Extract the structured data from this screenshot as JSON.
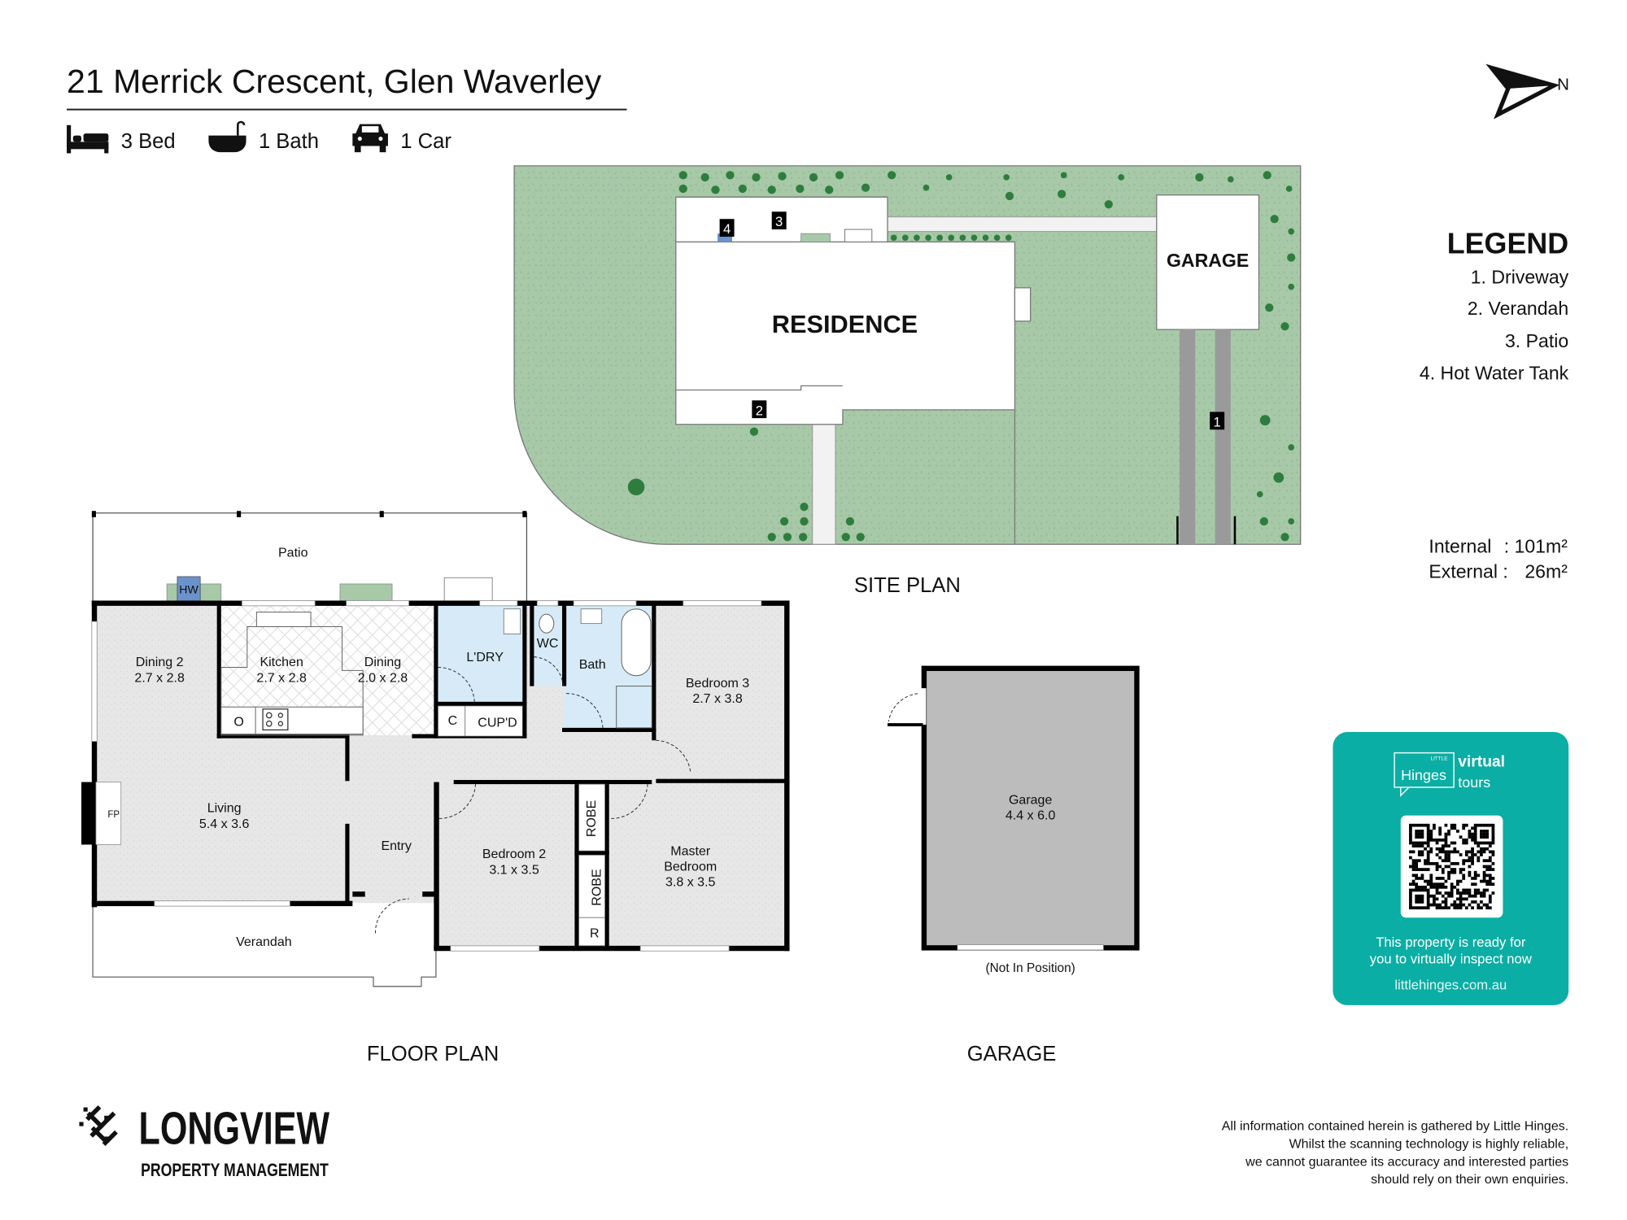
{
  "header": {
    "title": "21 Merrick Crescent, Glen Waverley",
    "bed": "3 Bed",
    "bath": "1 Bath",
    "car": "1 Car"
  },
  "north": "N",
  "legend": {
    "title": "LEGEND",
    "items": [
      "1. Driveway",
      "2. Verandah",
      "3. Patio",
      "4. Hot Water Tank"
    ]
  },
  "areas": {
    "internal_label": "Internal",
    "internal_value": ": 101m²",
    "external_label": "External :",
    "external_value": "26m²"
  },
  "site_plan": {
    "title": "SITE PLAN",
    "residence": "RESIDENCE",
    "garage": "GARAGE",
    "markers": [
      "1",
      "2",
      "3",
      "4"
    ]
  },
  "floor_plan": {
    "title": "FLOOR PLAN",
    "patio": "Patio",
    "hw": "HW",
    "verandah": "Verandah",
    "entry": "Entry",
    "fp": "FP",
    "rooms": [
      {
        "name": "Dining 2",
        "size": "2.7 x 2.8"
      },
      {
        "name": "Kitchen",
        "size": "2.7 x 2.8"
      },
      {
        "name": "Dining",
        "size": "2.0 x 2.8"
      },
      {
        "name": "L'DRY"
      },
      {
        "name": "WC"
      },
      {
        "name": "Bath"
      },
      {
        "name": "Bedroom 3",
        "size": "2.7 x 3.8"
      },
      {
        "name": "Living",
        "size": "5.4 x 3.6"
      },
      {
        "name": "Bedroom 2",
        "size": "3.1 x 3.5"
      },
      {
        "name": "Master",
        "name2": "Bedroom",
        "size": "3.8 x 3.5"
      }
    ],
    "o": "O",
    "c": "C",
    "cupd": "CUP'D",
    "robe": "ROBE",
    "r": "R"
  },
  "garage_plan": {
    "title": "GARAGE",
    "name": "Garage",
    "size": "4.4 x 6.0",
    "note": "(Not In Position)"
  },
  "tour_card": {
    "brand_small": "LITTLE",
    "brand": "Hinges",
    "virtual": "virtual",
    "tours": "tours",
    "line1": "This property is ready for",
    "line2": "you to virtually inspect now",
    "url": "littlehinges.com.au",
    "color": "#0aaea4"
  },
  "logo": {
    "name": "LONGVIEW",
    "sub": "PROPERTY MANAGEMENT"
  },
  "disclaimer": [
    "All information contained herein is gathered by Little Hinges.",
    "Whilst the scanning technology is highly reliable,",
    "we cannot guarantee its accuracy and interested parties",
    "should rely on their own enquiries."
  ]
}
